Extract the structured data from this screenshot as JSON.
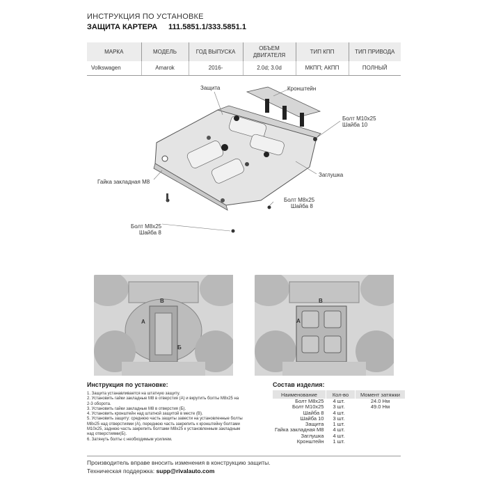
{
  "header": {
    "line1": "ИНСТРУКЦИЯ ПО УСТАНОВКЕ",
    "line2": "ЗАЩИТА КАРТЕРА",
    "part_numbers": "111.5851.1/333.5851.1"
  },
  "spec_table": {
    "headers": [
      "МАРКА",
      "МОДЕЛЬ",
      "ГОД ВЫПУСКА",
      "ОБЪЕМ ДВИГАТЕЛЯ",
      "ТИП КПП",
      "ТИП ПРИВОДА"
    ],
    "row": [
      "Volkswagen",
      "Amarok",
      "2016-",
      "2.0d; 3.0d",
      "МКПП; АКПП",
      "ПОЛНЫЙ"
    ]
  },
  "diagram_labels": {
    "zashchita": "Защита",
    "kronshtein": "Кронштейн",
    "bolt_m10": "Болт М10х25",
    "shaiba_10": "Шайба 10",
    "zaglushka": "Заглушка",
    "gaika": "Гайка закладная М8",
    "bolt_m8_right": "Болт М8х25",
    "shaiba_8_right": "Шайба 8",
    "bolt_m8_left": "Болт М8х25",
    "shaiba_8_left": "Шайба 8"
  },
  "photo_labels": {
    "a_left": "А",
    "a_right": "А",
    "b_left": "Б",
    "v_left": "В",
    "v_right": "В"
  },
  "instructions": {
    "title": "Инструкция по установке:",
    "steps": [
      "1. Защита устанавливается на штатную защиту.",
      "2. Установить гайки закладные М8 в отверстия (А) и вкрутить болты М8х25 на",
      "2-3 оборота.",
      "3. Установить гайки закладные М8 в отверстия (Б).",
      "4. Установить кронштейн над штатной защитой в месте (В).",
      "5. Установить защиту: среднюю часть защиты завести на установленные болты",
      "М8х25 над отверстиями (А), переднюю часть закрепить к кронштейну болтами",
      "М10х25, заднюю часть закрепить болтами М8х25 к установленным закладным",
      "над отверстиями(Б).",
      "6. Затянуть болты с необходимым усилием."
    ]
  },
  "composition": {
    "title": "Состав изделия:",
    "headers": [
      "Наименование",
      "Кол-во",
      "Момент затяжки"
    ],
    "rows": [
      [
        "Болт М8х25",
        "4 шт.",
        "24.0 Нм"
      ],
      [
        "Болт М10х25",
        "3 шт.",
        "49.0 Нм"
      ],
      [
        "Шайба 8",
        "4 шт.",
        ""
      ],
      [
        "Шайба 10",
        "3 шт.",
        ""
      ],
      [
        "Защита",
        "1 шт.",
        ""
      ],
      [
        "Гайка закладная М8",
        "4 шт.",
        ""
      ],
      [
        "Заглушка",
        "4 шт.",
        ""
      ],
      [
        "Кронштейн",
        "1 шт.",
        ""
      ]
    ]
  },
  "footer": {
    "note": "Производитель вправе вносить изменения в конструкцию защиты.",
    "support_label": "Техническая поддержка:",
    "support_email": "supp@rivalauto.com"
  }
}
